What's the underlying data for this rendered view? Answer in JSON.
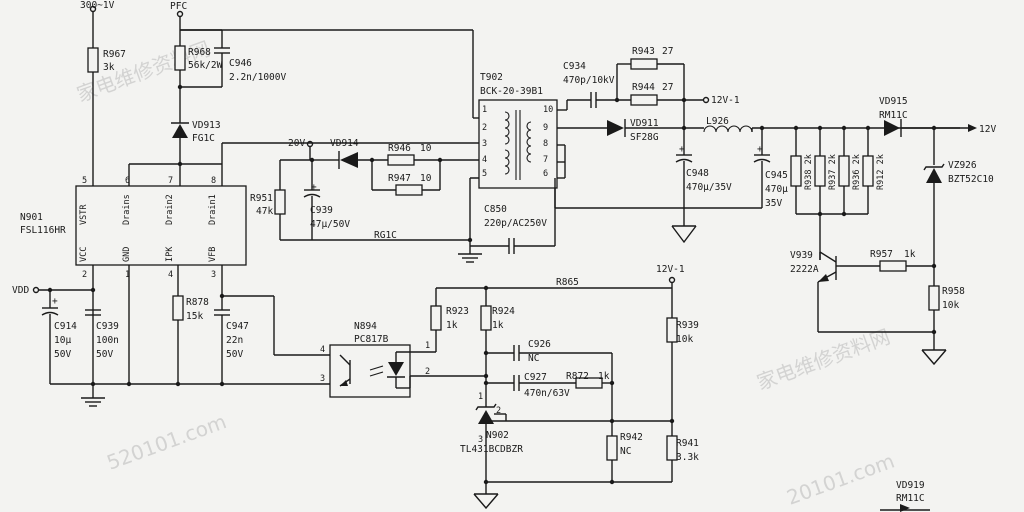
{
  "watermark": {
    "text_a": "家电维修资料网",
    "text_b": "520101.com",
    "text_c": "家电维修资料网",
    "text_d": "20101.com"
  },
  "nets": {
    "v300": "300~1V",
    "pfc": "PFC",
    "v20": "20V",
    "vdd": "VDD",
    "v12_1a": "12V-1",
    "v12_1b": "12V-1",
    "out12": "12V",
    "rg1c": "RG1C"
  },
  "ic": {
    "ref": "N901",
    "part": "FSL116HR",
    "pin_names": [
      "VCC",
      "GND",
      "IPK",
      "VFB",
      "VSTR",
      "Drains",
      "Drain2",
      "Drain1"
    ],
    "pin_nums": [
      "2",
      "1",
      "4",
      "3",
      "5",
      "6",
      "7",
      "8"
    ]
  },
  "transformer": {
    "ref": "T902",
    "part": "BCK-20-39B1",
    "pins": [
      "1",
      "2",
      "3",
      "4",
      "5",
      "10",
      "9",
      "8",
      "7",
      "6"
    ]
  },
  "optocoupler": {
    "ref": "N894",
    "part": "PC817B",
    "pins": [
      "4",
      "3",
      "1",
      "2"
    ]
  },
  "regulator": {
    "ref": "N902",
    "part": "TL431BCDBZR",
    "pins": [
      "1",
      "2",
      "3"
    ]
  },
  "transistor": {
    "ref": "V939",
    "part": "2222A"
  },
  "parts": {
    "r967": [
      "R967",
      "3k"
    ],
    "r968": [
      "R968",
      "56k/2W"
    ],
    "c946": [
      "C946",
      "2.2n/1000V"
    ],
    "vd913": [
      "VD913",
      "FG1C"
    ],
    "vd914": "VD914",
    "r946": [
      "R946",
      "10"
    ],
    "r947": [
      "R947",
      "10"
    ],
    "r951": [
      "R951",
      "47k"
    ],
    "c939a": [
      "C939",
      "47μ/50V"
    ],
    "c850": [
      "C850",
      "220p/AC250V"
    ],
    "c934": [
      "C934",
      "470p/10kV"
    ],
    "r943": [
      "R943",
      "27"
    ],
    "r944": [
      "R944",
      "27"
    ],
    "vd911": [
      "VD911",
      "SF28G"
    ],
    "l926": "L926",
    "c948": [
      "C948",
      "470μ/35V"
    ],
    "c945": [
      "C945",
      "470μ",
      "35V"
    ],
    "r938": "R938 2k",
    "r937": "R937 2k",
    "r936": "R936 2k",
    "r912": "R912 2k",
    "vd915": [
      "VD915",
      "RM11C"
    ],
    "vz926": [
      "VZ926",
      "BZT52C10"
    ],
    "r957": [
      "R957",
      "1k"
    ],
    "r958": [
      "R958",
      "10k"
    ],
    "c914": [
      "C914",
      "10μ",
      "50V"
    ],
    "c939b": [
      "C939",
      "100n",
      "50V"
    ],
    "r878": [
      "R878",
      "15k"
    ],
    "c947": [
      "C947",
      "22n",
      "50V"
    ],
    "r865": "R865",
    "r923": [
      "R923",
      "1k"
    ],
    "r924": [
      "R924",
      "1k"
    ],
    "c926": [
      "C926",
      "NC"
    ],
    "c927": [
      "C927",
      "470n/63V"
    ],
    "r872": [
      "R872",
      "1k"
    ],
    "r939": [
      "R939",
      "10k"
    ],
    "r942": [
      "R942",
      "NC"
    ],
    "r941": [
      "R941",
      "3.3k"
    ],
    "vd919": [
      "VD919",
      "RM11C"
    ]
  }
}
